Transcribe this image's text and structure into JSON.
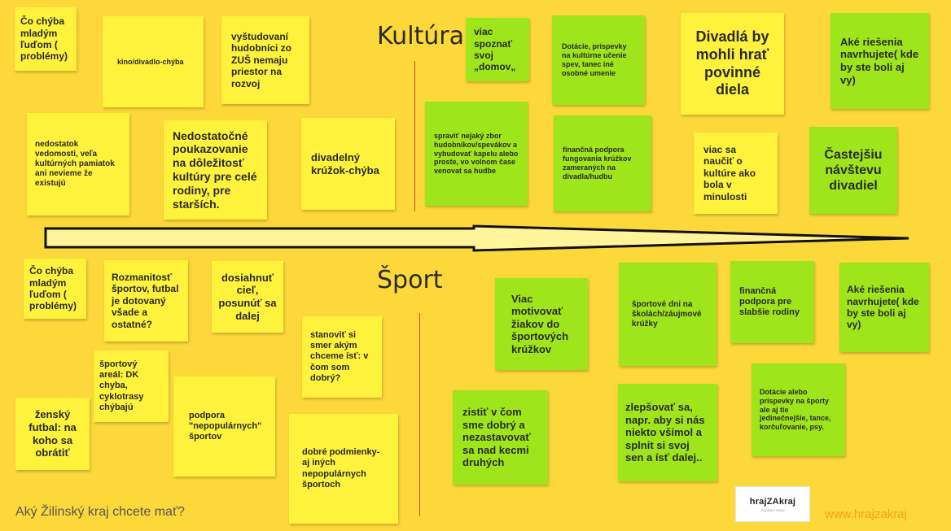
{
  "headings": {
    "culture": "Kultúra",
    "sport": "Šport"
  },
  "culture_notes": [
    "Čo chýba mladým ľuďom ( problémy)",
    "kino/divadlo-chýba",
    "vyštudovaní hudobníci zo ZUŠ nemaju priestor na rozvoj",
    "nedostatok vedomosti, veľa kultúrných pamiatok ani nevieme že existujú",
    "Nedostatočné poukazovanie na dôležitosť kultúry pre celé rodiny, pre starších.",
    "divadelný krúžok-chýba",
    "viac spoznať svoj „domov„",
    "Dotácie, príspevky na kultúrne učenie spev, tanec iné osobné umenie",
    "Divadlá by mohli hrať povinné diela",
    "Aké riešenia navrhujete( kde by ste boli aj vy)",
    "spraviť nejaký zbor hudobníkov/spevákov a vybudovať kapelu alebo proste, vo volnom čase venovat sa hudbe",
    "finančná podpora fungovania krúžkov zameraných na divadla/hudbu",
    "viac sa naučiť o kultúre ako bola v minulosti",
    "Častejšiu návštevu divadiel"
  ],
  "sport_notes": [
    "Čo chýba mladým ľuďom ( problémy)",
    "Rozmanitosť športov, futbal je dotovaný všade a ostatné?",
    "dosiahnuť cieľ, posunúť sa dalej",
    "stanoviť si smer akým chceme ísť: v čom som dobrý?",
    "športový areál: DK chyba, cyklotrasy chýbajú",
    "ženský futbal: na koho sa obrátiť",
    "podpora \"nepopulárnych\" športov",
    "dobré podmienky- aj iných nepopulárnych športoch",
    "Viac motivovať žiakov do športových krúžkov",
    "športové dni na školách/záujmové krúžky",
    "finančná podpora pre slabšie rodiny",
    "Aké riešenia navrhujete( kde by ste boli aj vy)",
    "zistiť v čom sme dobrý a nezastavovať sa nad kecmi druhých",
    "zlepšovať sa, napr. aby si nás niekto všimol a splnit si svoj sen a ísť dalej..",
    "Dotácie alebo príspevky na športy ale aj tie jedinečnejšie, tance, korčuľovanie, psy."
  ],
  "footer": {
    "question": "Aký Žilinský kraj chcete mať?",
    "url": "www.hrajzakraj"
  },
  "logo": {
    "text": "hrajZAkraj",
    "sub": "ŽILINSKÝ KRAJ"
  },
  "colors": {
    "board": "#fdd83a",
    "note_yellow": "#fff23d",
    "note_green": "#9ee51c",
    "divider": "#e0432a",
    "url": "#f0a41d"
  },
  "icons": {
    "arrow": "right-arrow-icon"
  }
}
